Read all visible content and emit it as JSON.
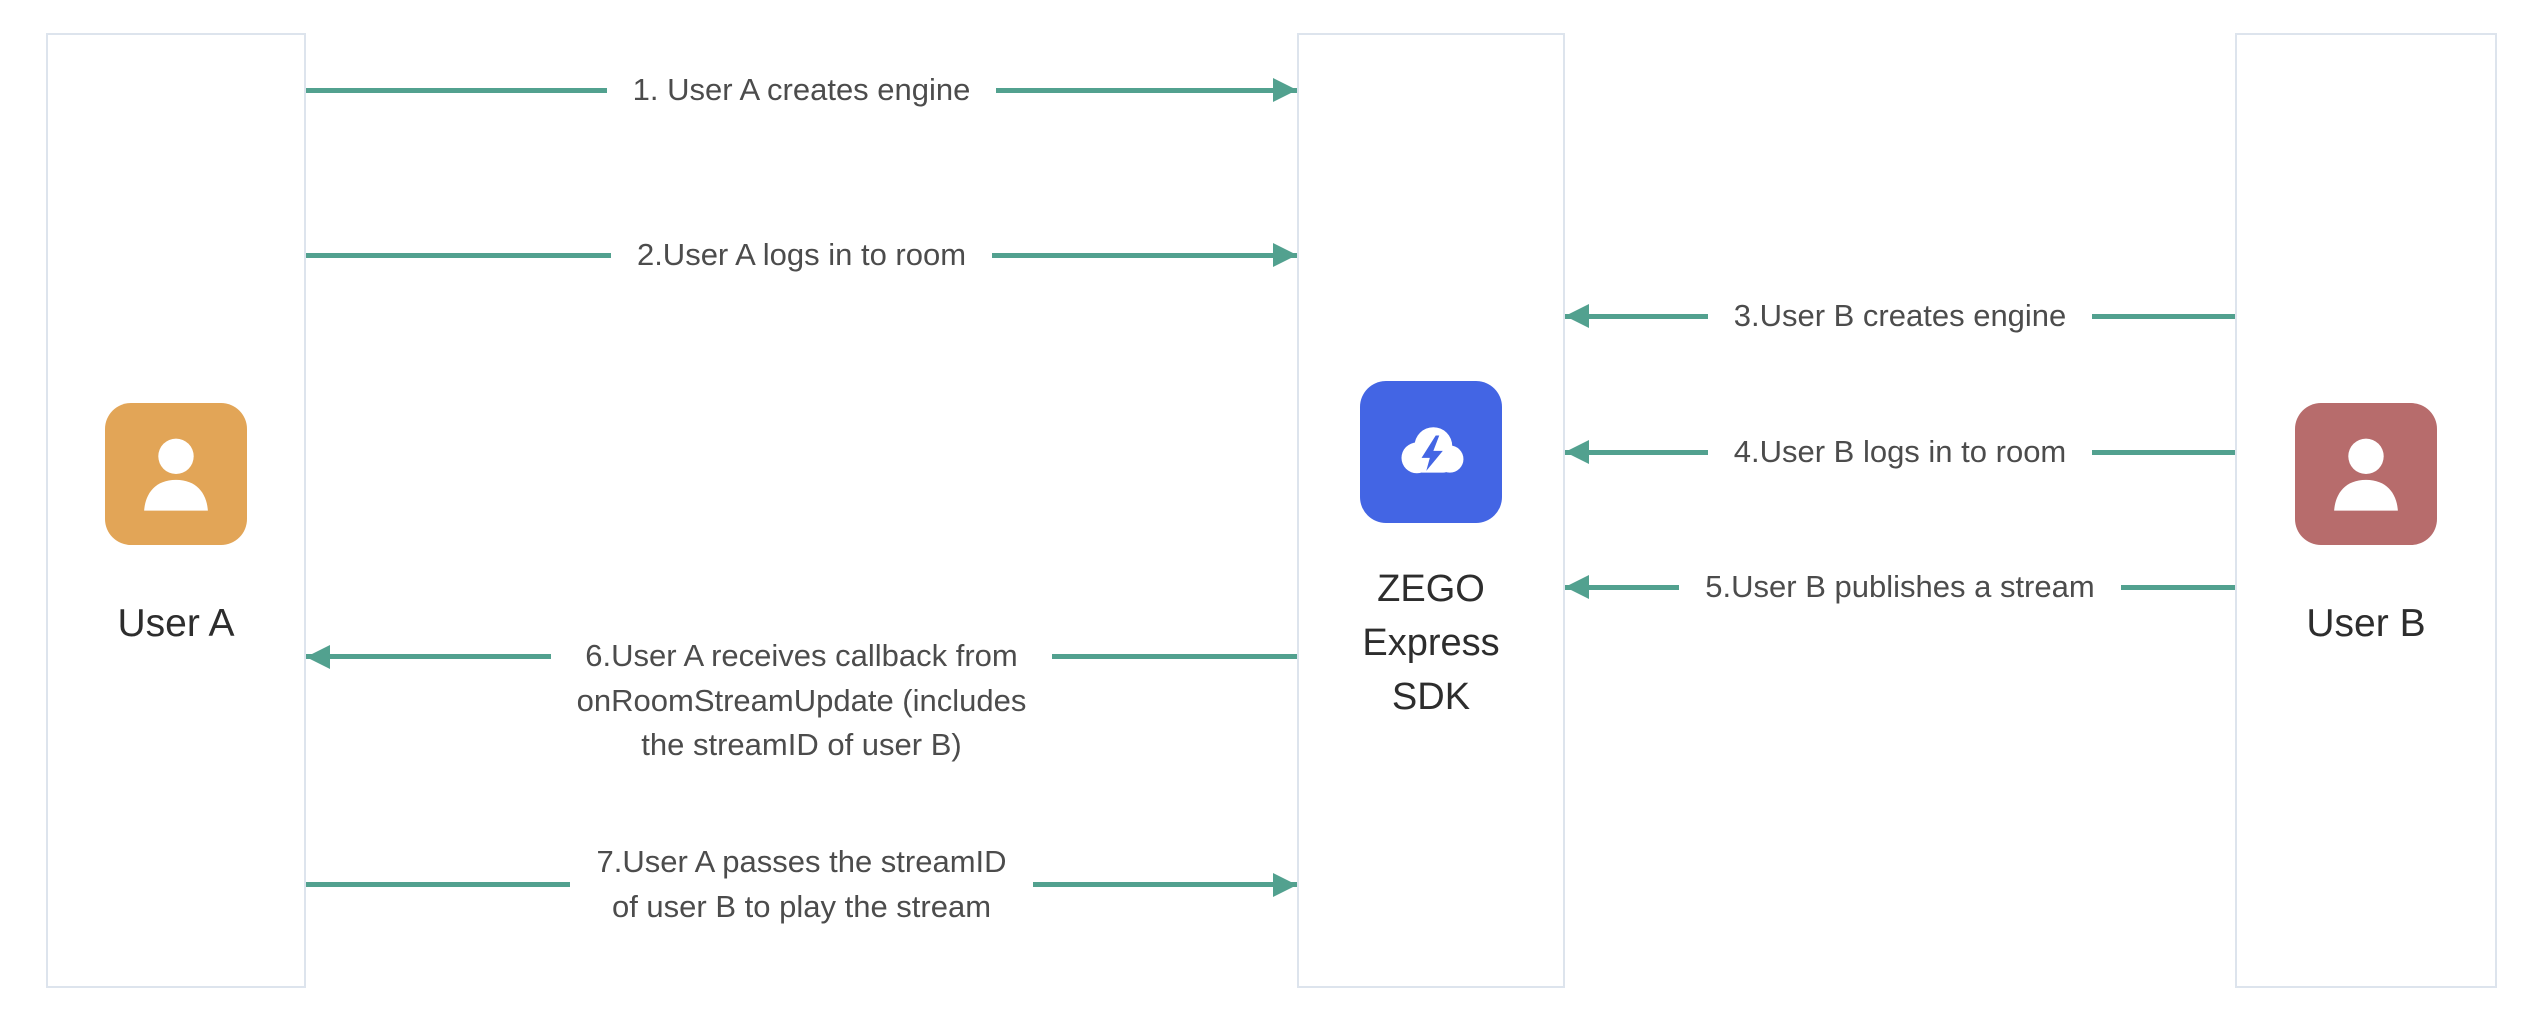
{
  "colors": {
    "arrow": "#52A18F",
    "lifeline_border": "#DDE4ED",
    "user_a_icon": "#E2A557",
    "user_b_icon": "#B76C6C",
    "sdk_icon": "#4365E4",
    "text": "#4C4C4C"
  },
  "diagram": {
    "actors": {
      "user_a": {
        "label": "User A",
        "icon": "person-icon"
      },
      "sdk": {
        "label": "ZEGO Express SDK",
        "icon": "cloud-lightning-icon"
      },
      "user_b": {
        "label": "User B",
        "icon": "person-icon"
      }
    },
    "arrows": [
      {
        "label": "1. User A creates engine",
        "from": "user_a",
        "to": "sdk"
      },
      {
        "label": "2.User A logs in to room",
        "from": "user_a",
        "to": "sdk"
      },
      {
        "label": "3.User B creates engine",
        "from": "user_b",
        "to": "sdk"
      },
      {
        "label": "4.User B logs in to room",
        "from": "user_b",
        "to": "sdk"
      },
      {
        "label": "5.User B publishes a stream",
        "from": "user_b",
        "to": "sdk"
      },
      {
        "label": "6.User A receives callback from onRoomStreamUpdate (includes the streamID of user B)",
        "lines": [
          "6.User A receives callback from",
          "onRoomStreamUpdate (includes",
          "the streamID of user B)"
        ],
        "from": "sdk",
        "to": "user_a"
      },
      {
        "label": "7.User A passes the streamID of user B to play the stream",
        "lines": [
          "7.User A passes the streamID",
          "of user B to play the stream"
        ],
        "from": "user_a",
        "to": "sdk"
      }
    ]
  }
}
